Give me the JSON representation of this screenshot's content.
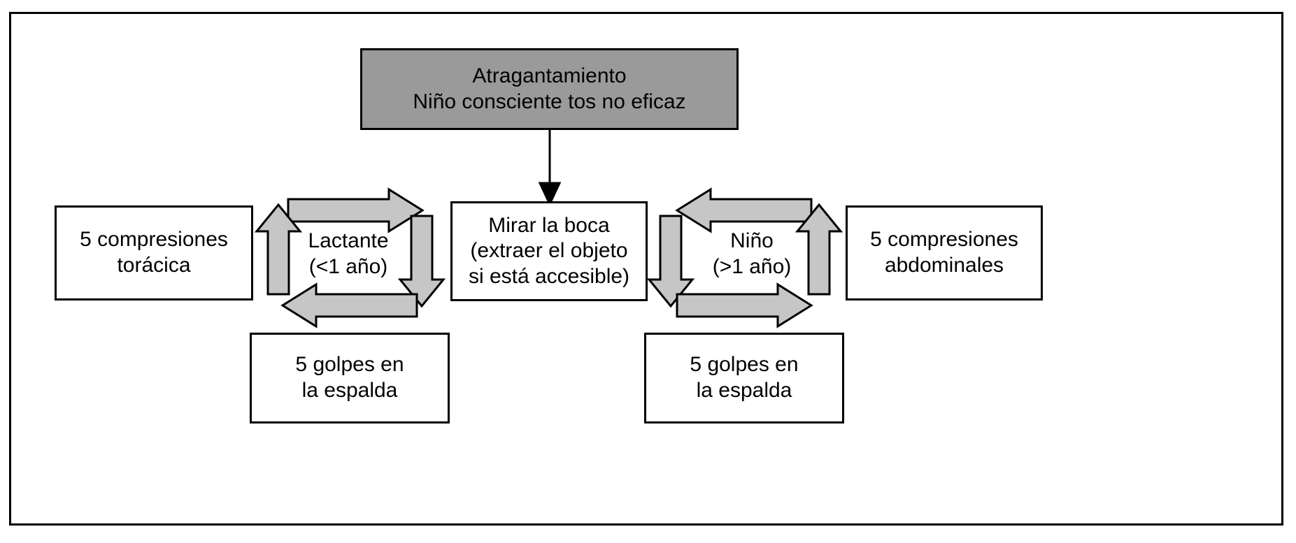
{
  "diagram": {
    "title": "Atragantamiento - algoritmo de desobstruccion de via aerea en nino consciente",
    "colors": {
      "shaded_box_fill": "#9a9a9a",
      "plain_box_fill": "#ffffff",
      "arrow_fill": "#c6c6c6",
      "stroke": "#000000"
    },
    "nodes": {
      "top": "Atragantamiento\nNiño consciente tos no eficaz",
      "chest_compressions": "5 compresiones\ntorácica",
      "look_mouth": "Mirar la boca\n(extraer el objeto\nsi está accesible)",
      "abdominal_compressions": "5 compresiones\nabdominales",
      "back_blows_left": "5 golpes en\nla espalda",
      "back_blows_right": "5 golpes en\nla espalda"
    },
    "branch_labels": {
      "infant": "Lactante\n(<1 año)",
      "child": "Niño\n(>1 año)"
    },
    "connectors": [
      {
        "name": "top-to-mouth",
        "type": "thin-arrow",
        "direction": "down"
      },
      {
        "name": "left-cycle-top",
        "type": "block-arrow",
        "direction": "right"
      },
      {
        "name": "left-cycle-down",
        "type": "block-arrow",
        "direction": "down"
      },
      {
        "name": "left-cycle-bottom",
        "type": "block-arrow",
        "direction": "left"
      },
      {
        "name": "left-cycle-up",
        "type": "block-arrow",
        "direction": "up"
      },
      {
        "name": "right-cycle-top",
        "type": "block-arrow",
        "direction": "left"
      },
      {
        "name": "right-cycle-down",
        "type": "block-arrow",
        "direction": "down"
      },
      {
        "name": "right-cycle-bottom",
        "type": "block-arrow",
        "direction": "right"
      },
      {
        "name": "right-cycle-up",
        "type": "block-arrow",
        "direction": "up"
      }
    ]
  }
}
